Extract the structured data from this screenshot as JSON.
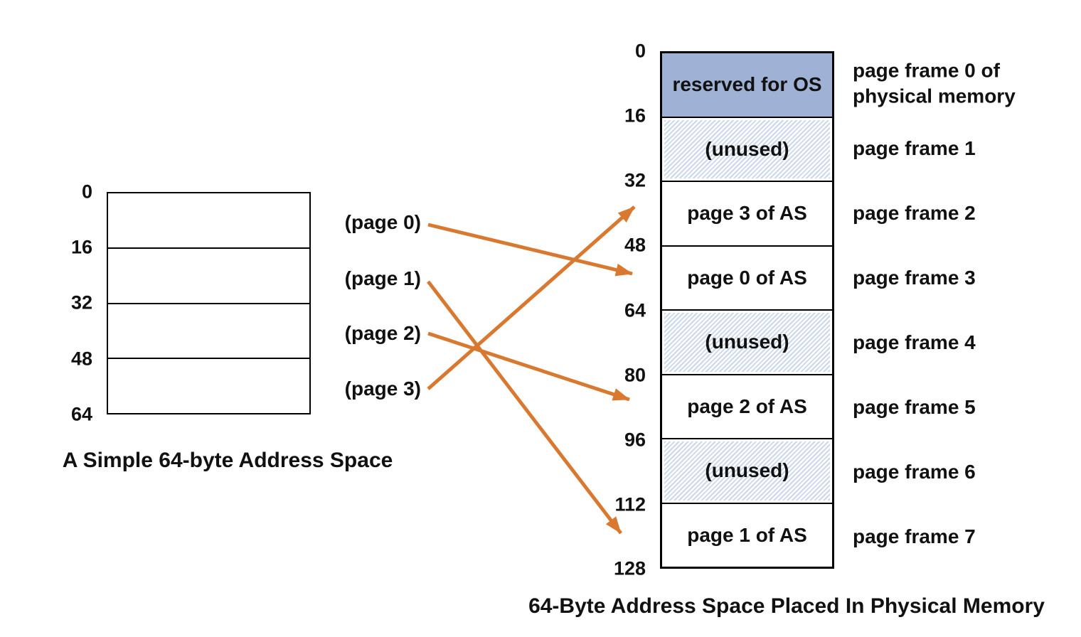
{
  "figure": {
    "left_diagram": {
      "caption": "A Simple 64-byte Address Space",
      "address_labels": [
        "0",
        "16",
        "32",
        "48",
        "64"
      ],
      "row_count": 4
    },
    "page_labels": [
      {
        "label": "(page 0)",
        "maps_to": "page frame 3"
      },
      {
        "label": "(page 1)",
        "maps_to": "page frame 7"
      },
      {
        "label": "(page 2)",
        "maps_to": "page frame 5"
      },
      {
        "label": "(page 3)",
        "maps_to": "page frame 2"
      }
    ],
    "right_diagram": {
      "caption": "64-Byte Address Space Placed In Physical Memory",
      "address_labels": [
        "0",
        "16",
        "32",
        "48",
        "64",
        "80",
        "96",
        "112",
        "128"
      ],
      "frames": [
        {
          "content": "reserved for OS",
          "fill": "os",
          "label": [
            "page frame 0 of",
            "physical memory"
          ]
        },
        {
          "content": "(unused)",
          "fill": "hatched",
          "label": "page frame 1"
        },
        {
          "content": "page 3 of AS",
          "fill": "plain",
          "label": "page frame 2"
        },
        {
          "content": "page 0 of AS",
          "fill": "plain",
          "label": "page frame 3"
        },
        {
          "content": "(unused)",
          "fill": "hatched",
          "label": "page frame 4"
        },
        {
          "content": "page 2 of AS",
          "fill": "plain",
          "label": "page frame 5"
        },
        {
          "content": "(unused)",
          "fill": "hatched",
          "label": "page frame 6"
        },
        {
          "content": "page 1 of AS",
          "fill": "plain",
          "label": "page frame 7"
        }
      ]
    },
    "colors": {
      "os_fill": "#9fb2d5",
      "hatch_stripe": "#cbd8ec",
      "arrow": "#d9782f",
      "text": "#111111"
    }
  }
}
